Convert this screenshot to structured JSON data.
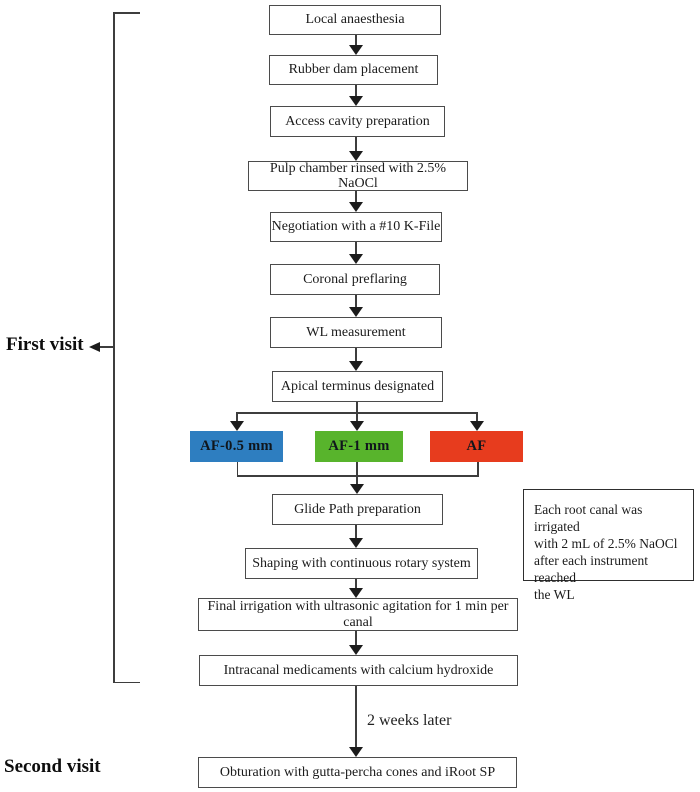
{
  "labels": {
    "first_visit": "First visit",
    "second_visit": "Second visit",
    "interval": "2 weeks later"
  },
  "flow": {
    "first_visit_steps": [
      {
        "label": "Local anaesthesia"
      },
      {
        "label": "Rubber dam placement"
      },
      {
        "label": "Access cavity preparation"
      },
      {
        "label": "Pulp chamber rinsed with 2.5% NaOCl"
      },
      {
        "label": "Negotiation with a #10 K-File"
      },
      {
        "label": "Coronal preflaring"
      },
      {
        "label": "WL measurement"
      },
      {
        "label": "Apical terminus designated"
      }
    ],
    "branch_options": [
      {
        "label": "AF-0.5 mm",
        "color": "#2e7ec0"
      },
      {
        "label": "AF-1 mm",
        "color": "#58b42c"
      },
      {
        "label": "AF",
        "color": "#e73c1e"
      }
    ],
    "post_branch_steps": [
      {
        "label": "Glide Path preparation"
      },
      {
        "label": "Shaping with continuous rotary system"
      },
      {
        "label": "Final irrigation with ultrasonic agitation for 1 min per canal"
      },
      {
        "label": "Intracanal medicaments with calcium hydroxide"
      }
    ],
    "second_visit_steps": [
      {
        "label": "Obturation with gutta-percha cones and iRoot SP"
      }
    ]
  },
  "note": {
    "lines": [
      "Each root canal was irrigated",
      "with 2 mL of 2.5% NaOCl",
      "after each instrument reached",
      "the WL"
    ]
  }
}
